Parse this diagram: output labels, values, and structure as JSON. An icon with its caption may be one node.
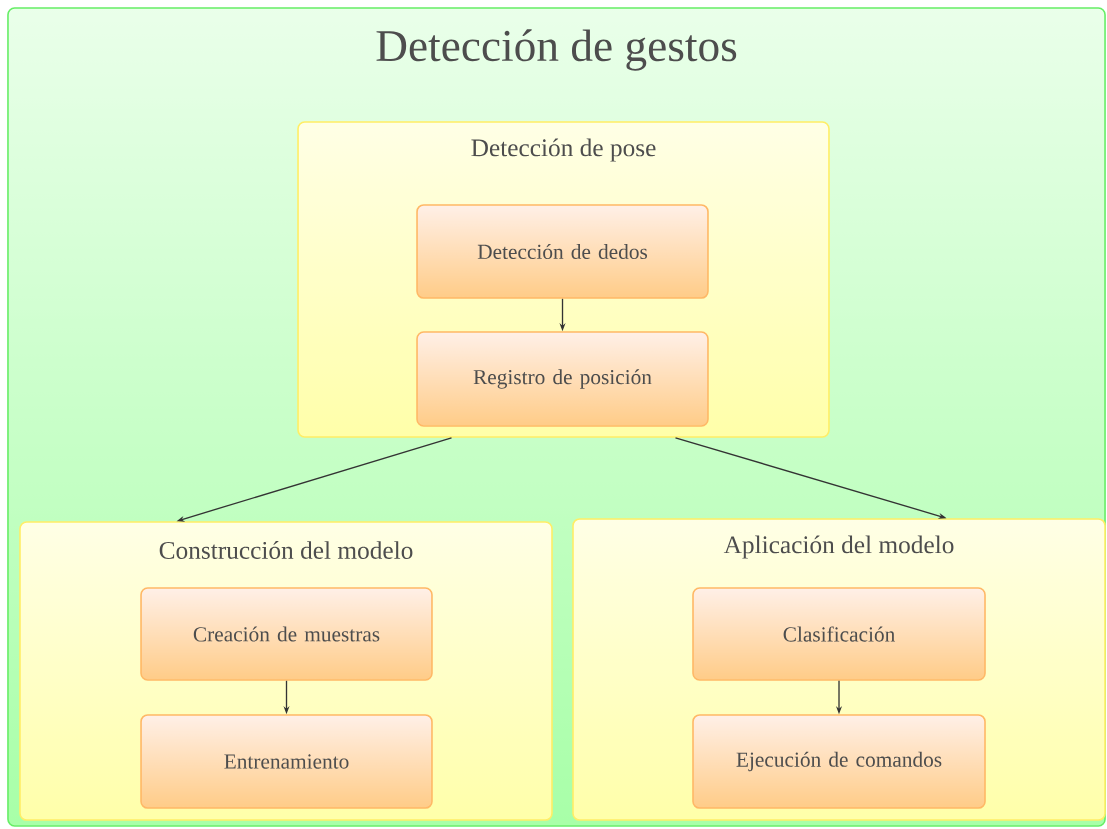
{
  "diagram": {
    "nodes": [
      {
        "text": [
          "Detección de gestos"
        ]
      },
      {
        "text": [
          "Detección de pose"
        ],
        "in": 0
      },
      {
        "text": [
          "Detección de dedos"
        ],
        "in": 1
      },
      {
        "text": [
          "Registro de posición"
        ],
        "in": 1
      },
      {
        "text": [
          "Construcción del modelo"
        ],
        "in": 0
      },
      {
        "text": [
          "Creación de muestras"
        ],
        "in": 4
      },
      {
        "text": [
          "Entrenamiento"
        ],
        "in": 4
      },
      {
        "text": [
          "Aplicación del modelo"
        ],
        "in": 0
      },
      {
        "text": [
          "Clasificación"
        ],
        "in": 7
      },
      {
        "text": [
          "Ejecución de comandos"
        ],
        "in": 7
      }
    ],
    "edges": [
      {
        "from": 2,
        "to": 3,
        "arrow": "to"
      },
      {
        "from": 1,
        "to": 4,
        "arrow": "to"
      },
      {
        "from": 1,
        "to": 7,
        "arrow": "to"
      },
      {
        "from": 5,
        "to": 6,
        "arrow": "to"
      },
      {
        "from": 8,
        "to": 9,
        "arrow": "to"
      }
    ]
  }
}
